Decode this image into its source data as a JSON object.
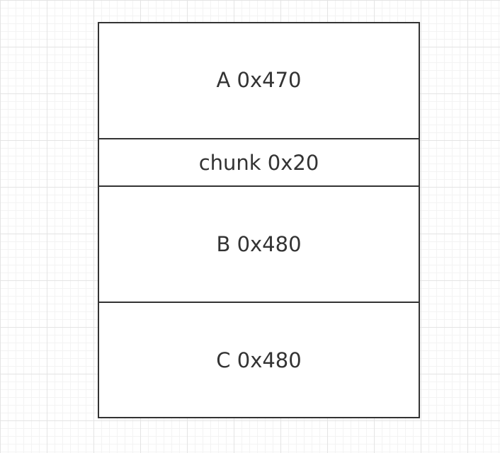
{
  "diagram": {
    "blocks": [
      {
        "label": "A 0x470"
      },
      {
        "label": "chunk 0x20"
      },
      {
        "label": "B 0x480"
      },
      {
        "label": "C 0x480"
      }
    ]
  }
}
